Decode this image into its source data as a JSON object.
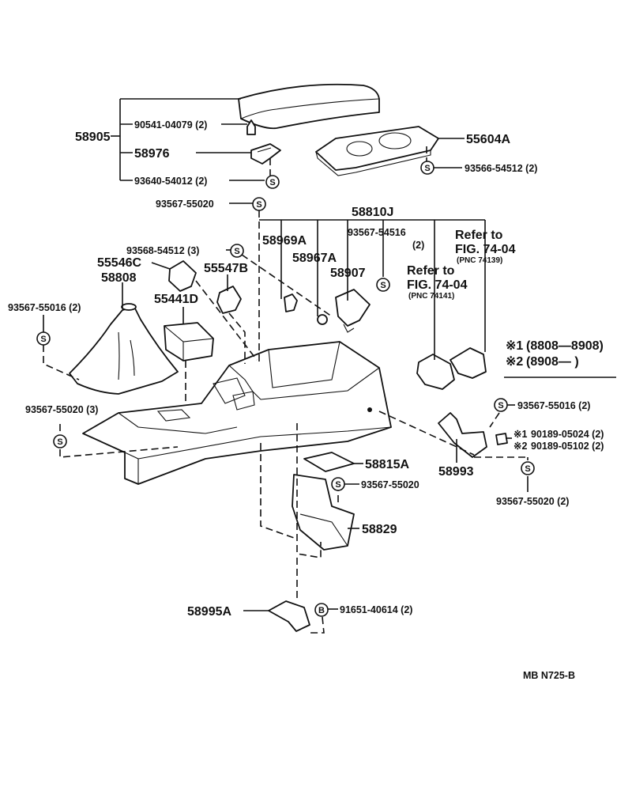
{
  "callouts": {
    "p58905": "58905",
    "p90541": "90541-04079 (2)",
    "p58976": "58976",
    "p93640": "93640-54012 (2)",
    "p55604A": "55604A",
    "p93566": "93566-54512 (2)",
    "p93567_55020_top": "93567-55020",
    "p58810J": "58810J",
    "p93568": "93568-54512 (3)",
    "p58969A": "58969A",
    "p93567_54516": "93567-54516",
    "p93567_54516_qty": "(2)",
    "p58967A": "58967A",
    "p58907": "58907",
    "p55546C": "55546C",
    "p58808": "58808",
    "p55547B": "55547B",
    "p55441D": "55441D",
    "p93567_55016_left": "93567-55016 (2)",
    "p93567_55020_3": "93567-55020 (3)",
    "p93567_55016_right": "93567-55016 (2)",
    "p90189_05024": "90189-05024 (2)",
    "p90189_05102": "90189-05102 (2)",
    "p58993": "58993",
    "p93567_55020_right": "93567-55020 (2)",
    "p58815A": "58815A",
    "p93567_55020_mid": "93567-55020",
    "p58829": "58829",
    "p58995A": "58995A",
    "p91651": "91651-40614 (2)"
  },
  "references": {
    "ref1_line1": "Refer to",
    "ref1_line2": "FIG. 74-04",
    "ref1_pnc": "(PNC 74139)",
    "ref2_line1": "Refer to",
    "ref2_line2": "FIG. 74-04",
    "ref2_pnc": "(PNC 74141)"
  },
  "legend": {
    "row1_mark": "※1",
    "row1_range": "(8808—8908)",
    "row2_mark": "※2",
    "row2_range": "(8908—      )",
    "fit1_mark": "※1",
    "fit2_mark": "※2"
  },
  "symbols": {
    "s": "S",
    "b": "B"
  },
  "footer": {
    "code": "MB  N725-B"
  }
}
